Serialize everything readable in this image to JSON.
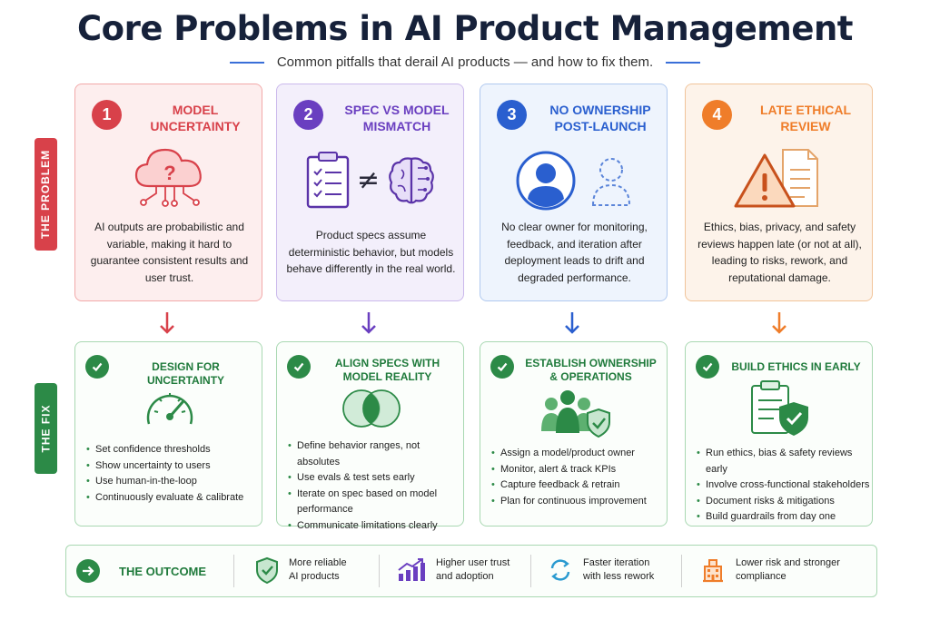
{
  "title": "Core Problems in AI Product Management",
  "subtitle": "Common pitfalls that derail AI products — and how to fix them.",
  "side_labels": {
    "problem": "THE PROBLEM",
    "fix": "THE FIX"
  },
  "problems": [
    {
      "number": "1",
      "title": "Model Uncertainty",
      "description": "AI outputs are probabilistic and variable, making it hard to guarantee consistent results and user trust.",
      "color": "#d8414a"
    },
    {
      "number": "2",
      "title": "Spec vs Model Mismatch",
      "description": "Product specs assume deterministic behavior, but models behave differently in the real world.",
      "color": "#6a3fc0"
    },
    {
      "number": "3",
      "title": "No Ownership Post-Launch",
      "description": "No clear owner for monitoring, feedback, and iteration after deployment leads to drift and degraded performance.",
      "color": "#2a5fcf"
    },
    {
      "number": "4",
      "title": "Late Ethical Review",
      "description": "Ethics, bias, privacy, and safety reviews happen late (or not at all), leading to risks, rework, and reputational damage.",
      "color": "#ef7d2a"
    }
  ],
  "neq_symbol": "≠",
  "fixes": [
    {
      "title": "Design for Uncertainty",
      "items": [
        "Set confidence thresholds",
        "Show uncertainty to users",
        "Use human-in-the-loop",
        "Continuously evaluate & calibrate"
      ]
    },
    {
      "title": "Align Specs with Model Reality",
      "items": [
        "Define behavior ranges, not absolutes",
        "Use evals & test sets early",
        "Iterate on spec based on model performance",
        "Communicate limitations clearly"
      ]
    },
    {
      "title": "Establish Ownership & Operations",
      "items": [
        "Assign a model/product owner",
        "Monitor, alert & track KPIs",
        "Capture feedback & retrain",
        "Plan for continuous improvement"
      ]
    },
    {
      "title": "Build Ethics in Early",
      "items": [
        "Run ethics, bias & safety reviews early",
        "Involve cross-functional stakeholders",
        "Document risks & mitigations",
        "Build guardrails from day one"
      ]
    }
  ],
  "outcome": {
    "title": "THE OUTCOME",
    "items": [
      {
        "line1": "More reliable",
        "line2": "AI products",
        "icon": "shield-check-icon"
      },
      {
        "line1": "Higher user trust",
        "line2": "and adoption",
        "icon": "growth-chart-icon"
      },
      {
        "line1": "Faster iteration",
        "line2": "with less rework",
        "icon": "refresh-cycle-icon"
      },
      {
        "line1": "Lower risk and stronger",
        "line2": "compliance",
        "icon": "building-icon"
      }
    ]
  },
  "colors": {
    "green": "#2c8a47",
    "red": "#d8414a",
    "purple": "#6a3fc0",
    "blue": "#2a5fcf",
    "orange": "#ef7d2a",
    "title": "#16213a"
  }
}
